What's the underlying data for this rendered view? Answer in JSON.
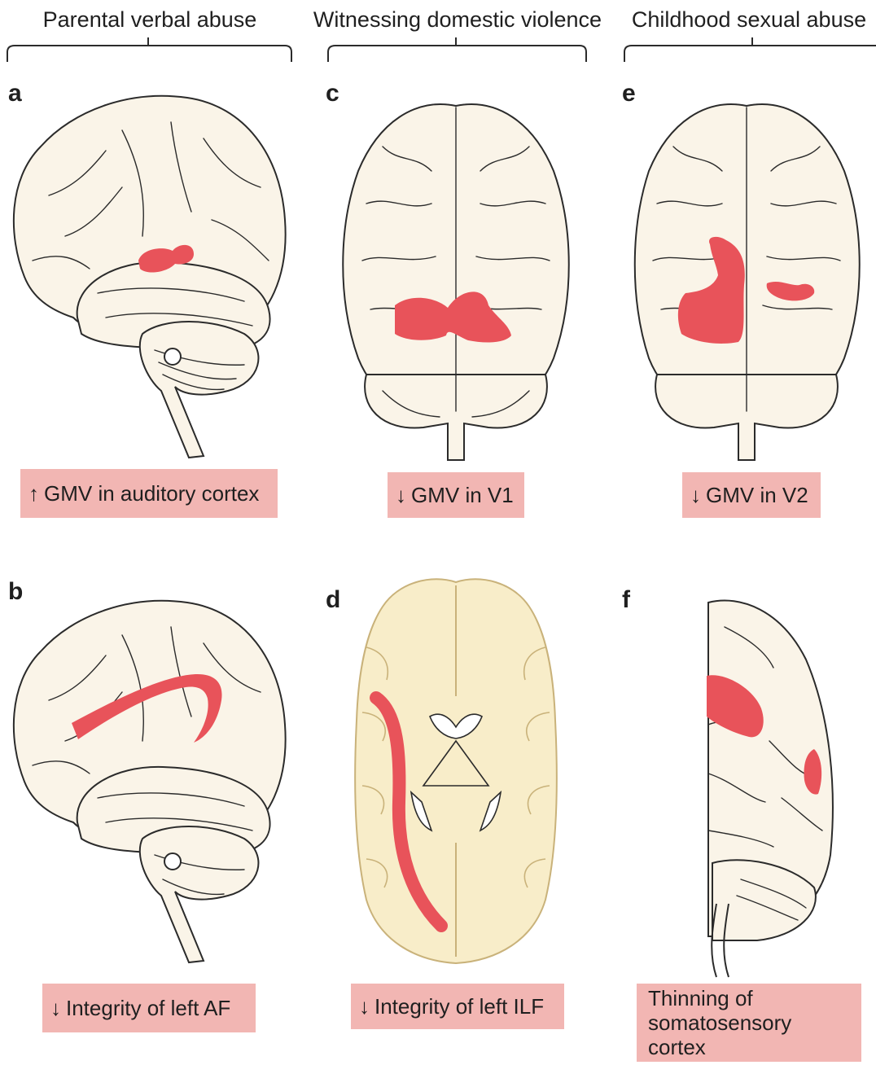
{
  "columns": [
    {
      "title": "Parental verbal abuse"
    },
    {
      "title": "Witnessing domestic violence"
    },
    {
      "title": "Childhood sexual abuse"
    }
  ],
  "panels": {
    "a": {
      "letter": "a",
      "arrow": "↑",
      "caption": "GMV in auditory cortex"
    },
    "b": {
      "letter": "b",
      "arrow": "↓",
      "caption": "Integrity of left AF"
    },
    "c": {
      "letter": "c",
      "arrow": "↓",
      "caption": "GMV in V1"
    },
    "d": {
      "letter": "d",
      "arrow": "↓",
      "caption": "Integrity of left ILF"
    },
    "e": {
      "letter": "e",
      "arrow": "↓",
      "caption": "GMV in V2"
    },
    "f": {
      "letter": "f",
      "caption_line1": "Thinning of",
      "caption_line2": "somatosensory cortex"
    }
  },
  "colors": {
    "highlight": "#e8535a",
    "caption_bg": "#f2b6b3",
    "brain_fill": "#faf4e8",
    "white_matter": "#f8edc9"
  }
}
